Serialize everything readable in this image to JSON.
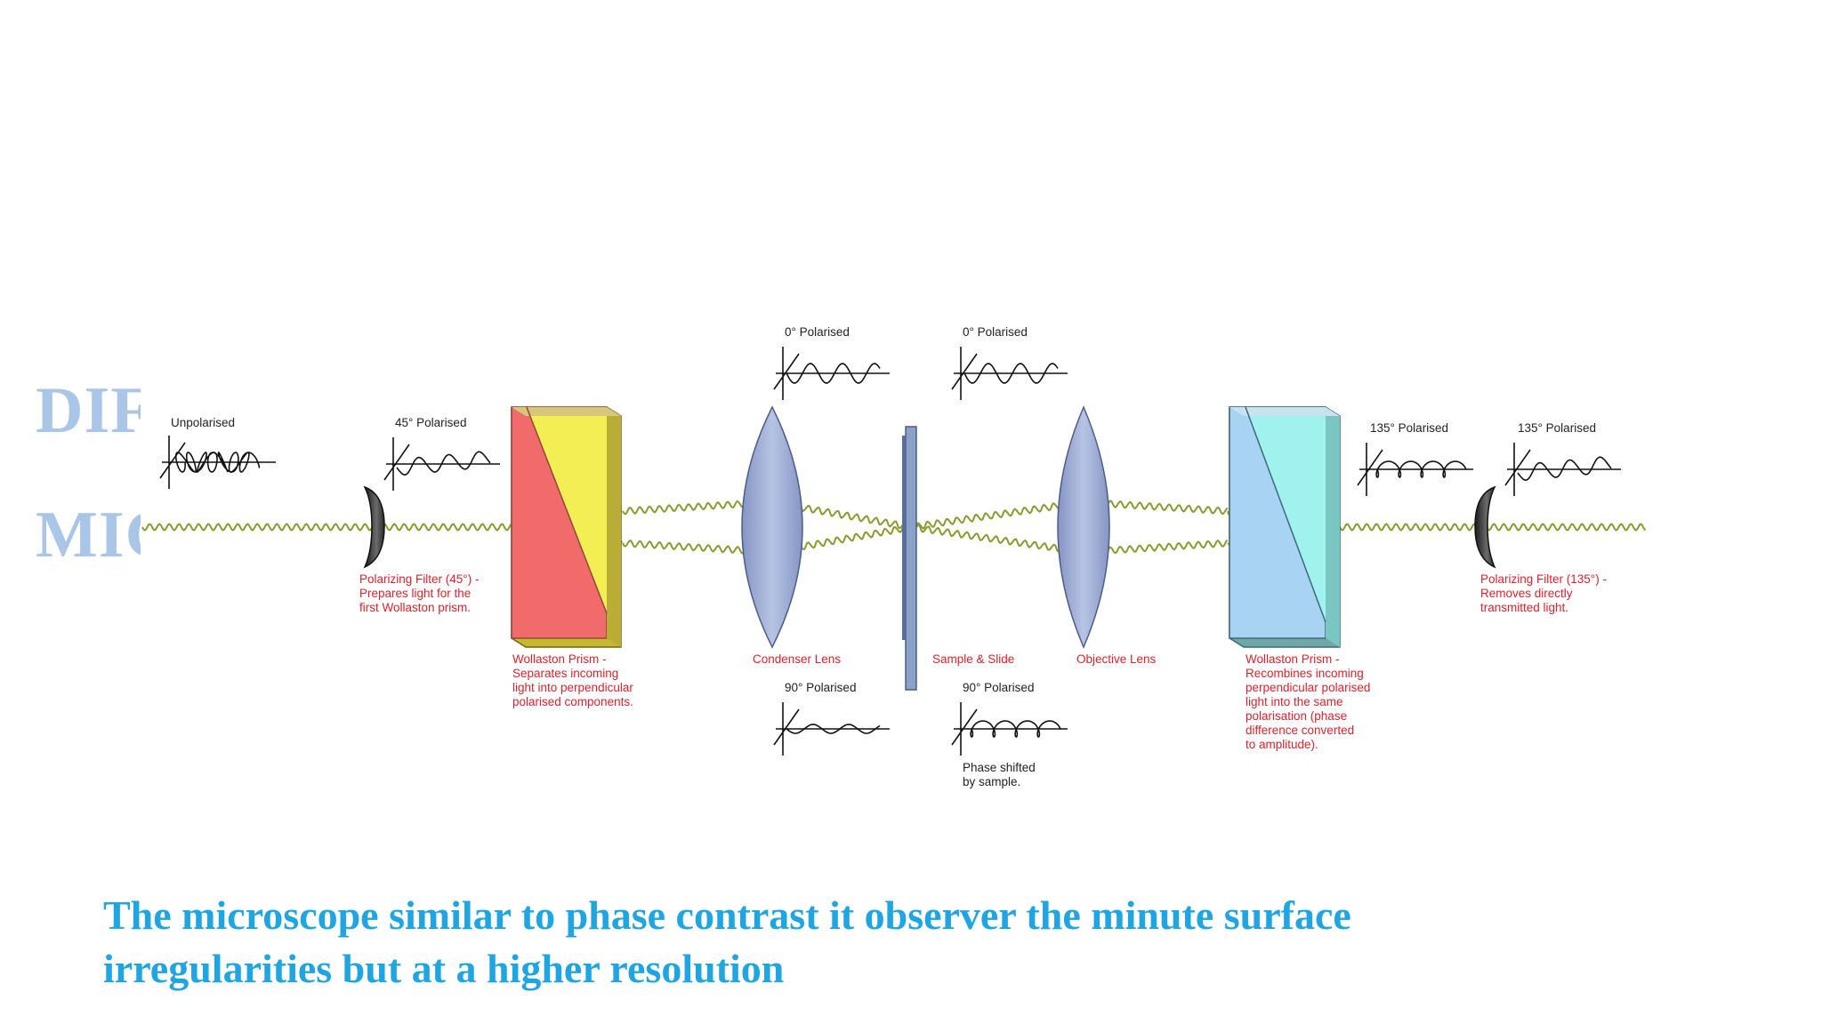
{
  "title": {
    "line1": "DIF",
    "line2": "MIC"
  },
  "caption": {
    "line1": "The microscope similar to phase contrast it observer the minute surface",
    "line2": "irregularities but at a higher resolution"
  },
  "diagram": {
    "polarisation_labels": {
      "unpolarised": "Unpolarised",
      "p45": "45° Polarised",
      "p0_a": "0° Polarised",
      "p0_b": "0° Polarised",
      "p90_a": "90° Polarised",
      "p90_b": "90° Polarised",
      "p135_a": "135° Polarised",
      "p135_b": "135° Polarised"
    },
    "component_labels": {
      "filter_45": [
        "Polarizing Filter (45°) -",
        "Prepares light for the",
        "first Wollaston prism."
      ],
      "prism_1": [
        "Wollaston Prism -",
        "Separates incoming",
        "light into perpendicular",
        "polarised components."
      ],
      "condenser": [
        "Condenser Lens"
      ],
      "sample": [
        "Sample & Slide"
      ],
      "objective": [
        "Objective Lens"
      ],
      "prism_2": [
        "Wollaston Prism -",
        "Recombines incoming",
        "perpendicular polarised",
        "light into the same",
        "polarisation (phase",
        "difference converted",
        "to amplitude)."
      ],
      "filter_135": [
        "Polarizing Filter (135°) -",
        "Removes directly",
        "transmitted light."
      ],
      "phase_note": [
        "Phase shifted",
        "by sample."
      ]
    },
    "colors": {
      "prism1_left": "#f26b6b",
      "prism1_right": "#f4ee55",
      "prism2_left": "#a9d3f2",
      "prism2_right": "#9ff2ee",
      "lens": "#9fb0d6",
      "wave": "#8c9a2a",
      "component_text": "#e0202a",
      "title": "#a9c6e8",
      "caption": "#1ea5e2"
    }
  }
}
